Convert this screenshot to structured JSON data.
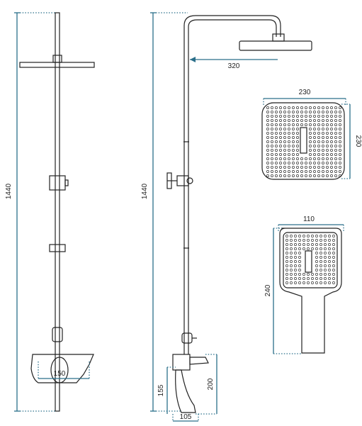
{
  "colors": {
    "dimension_line": "#2b6f8a",
    "outline": "#222222"
  },
  "dimensions": {
    "front_height": "1440",
    "side_height": "1440",
    "arm_reach": "320",
    "mixer_width_front": "150",
    "mixer_height_front": "155",
    "mixer_height_side": "200",
    "mixer_depth_side": "105",
    "head_width": "230",
    "head_depth": "230",
    "handshower_width": "110",
    "handshower_length": "240"
  }
}
